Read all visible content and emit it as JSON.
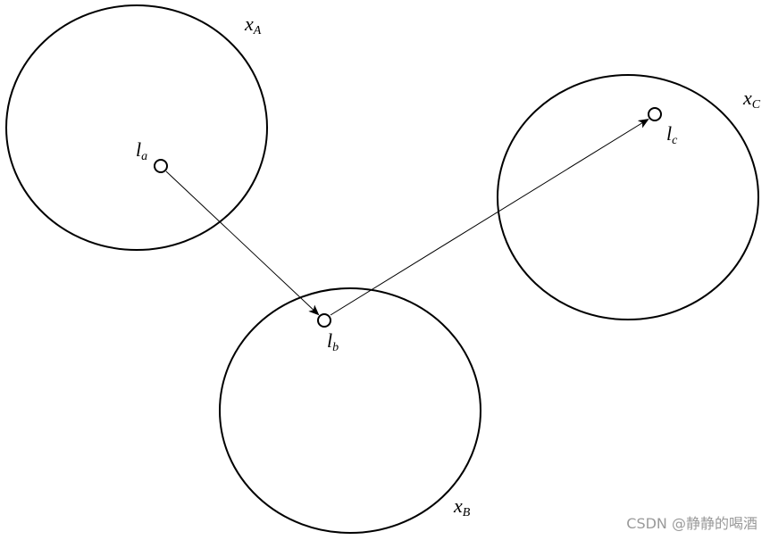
{
  "sets": {
    "A": {
      "var": "x",
      "sub": "A"
    },
    "B": {
      "var": "x",
      "sub": "B"
    },
    "C": {
      "var": "x",
      "sub": "C"
    }
  },
  "points": {
    "a": {
      "var": "l",
      "sub": "a"
    },
    "b": {
      "var": "l",
      "sub": "b"
    },
    "c": {
      "var": "l",
      "sub": "c"
    }
  },
  "edges": [
    {
      "from": "a",
      "to": "b"
    },
    {
      "from": "b",
      "to": "c"
    }
  ],
  "watermark": "CSDN @静静的喝酒"
}
